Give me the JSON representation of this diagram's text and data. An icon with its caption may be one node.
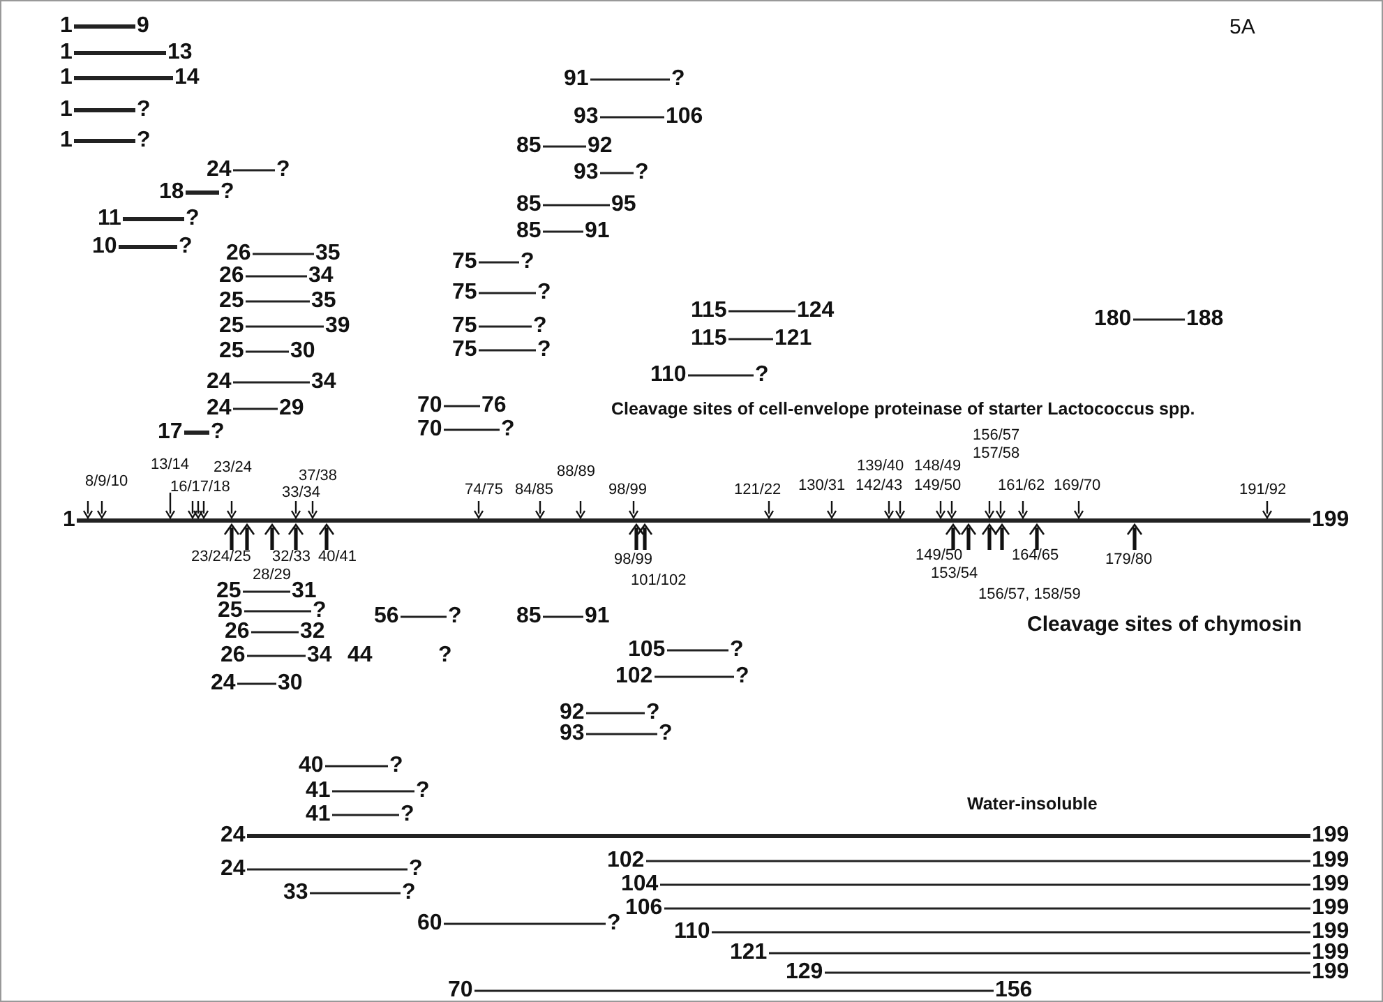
{
  "diagram": {
    "nodes": [
      {
        "text": [
          "1"
        ]
      },
      {
        "text": [
          "9"
        ]
      },
      {
        "text": [
          "1"
        ]
      },
      {
        "text": [
          "13"
        ]
      },
      {
        "text": [
          "1"
        ]
      },
      {
        "text": [
          "14"
        ]
      },
      {
        "text": [
          "1"
        ]
      },
      {
        "text": [
          "?"
        ]
      },
      {
        "text": [
          "1"
        ]
      },
      {
        "text": [
          "?"
        ]
      },
      {
        "text": [
          "24"
        ]
      },
      {
        "text": [
          "?"
        ]
      },
      {
        "text": [
          "18"
        ]
      },
      {
        "text": [
          "?"
        ]
      },
      {
        "text": [
          "11"
        ]
      },
      {
        "text": [
          "?"
        ]
      },
      {
        "text": [
          "10"
        ]
      },
      {
        "text": [
          "?"
        ]
      },
      {
        "text": [
          "26"
        ]
      },
      {
        "text": [
          "35"
        ]
      },
      {
        "text": [
          "26"
        ]
      },
      {
        "text": [
          "34"
        ]
      },
      {
        "text": [
          "25"
        ]
      },
      {
        "text": [
          "35"
        ]
      },
      {
        "text": [
          "25"
        ]
      },
      {
        "text": [
          "39"
        ]
      },
      {
        "text": [
          "25"
        ]
      },
      {
        "text": [
          "30"
        ]
      },
      {
        "text": [
          "24"
        ]
      },
      {
        "text": [
          "34"
        ]
      },
      {
        "text": [
          "24"
        ]
      },
      {
        "text": [
          "29"
        ]
      },
      {
        "text": [
          "17"
        ]
      },
      {
        "text": [
          "?"
        ]
      },
      {
        "text": [
          "91"
        ]
      },
      {
        "text": [
          "?"
        ]
      },
      {
        "text": [
          "93"
        ]
      },
      {
        "text": [
          "106"
        ]
      },
      {
        "text": [
          "85"
        ]
      },
      {
        "text": [
          "92"
        ]
      },
      {
        "text": [
          "93"
        ]
      },
      {
        "text": [
          "?"
        ]
      },
      {
        "text": [
          "85"
        ]
      },
      {
        "text": [
          "95"
        ]
      },
      {
        "text": [
          "85"
        ]
      },
      {
        "text": [
          "91"
        ]
      },
      {
        "text": [
          "75"
        ]
      },
      {
        "text": [
          "?"
        ]
      },
      {
        "text": [
          "75"
        ]
      },
      {
        "text": [
          "?"
        ]
      },
      {
        "text": [
          "75"
        ]
      },
      {
        "text": [
          "?"
        ]
      },
      {
        "text": [
          "75"
        ]
      },
      {
        "text": [
          "?"
        ]
      },
      {
        "text": [
          "70"
        ]
      },
      {
        "text": [
          "76"
        ]
      },
      {
        "text": [
          "70"
        ]
      },
      {
        "text": [
          "?"
        ]
      },
      {
        "text": [
          "115"
        ]
      },
      {
        "text": [
          "124"
        ]
      },
      {
        "text": [
          "115"
        ]
      },
      {
        "text": [
          "121"
        ]
      },
      {
        "text": [
          "110"
        ]
      },
      {
        "text": [
          "?"
        ]
      },
      {
        "text": [
          "180"
        ]
      },
      {
        "text": [
          "188"
        ]
      },
      {
        "text": [
          "1"
        ]
      },
      {
        "text": [
          "199"
        ]
      },
      {
        "text": [
          "25"
        ]
      },
      {
        "text": [
          "31"
        ]
      },
      {
        "text": [
          "25"
        ]
      },
      {
        "text": [
          "?"
        ]
      },
      {
        "text": [
          "26"
        ]
      },
      {
        "text": [
          "32"
        ]
      },
      {
        "text": [
          "26"
        ]
      },
      {
        "text": [
          "34"
        ]
      },
      {
        "text": [
          "24"
        ]
      },
      {
        "text": [
          "30"
        ]
      },
      {
        "text": [
          "56"
        ]
      },
      {
        "text": [
          "?"
        ]
      },
      {
        "text": [
          "85"
        ]
      },
      {
        "text": [
          "91"
        ]
      },
      {
        "text": [
          "105"
        ]
      },
      {
        "text": [
          "?"
        ]
      },
      {
        "text": [
          "102"
        ]
      },
      {
        "text": [
          "?"
        ]
      },
      {
        "text": [
          "92"
        ]
      },
      {
        "text": [
          "?"
        ]
      },
      {
        "text": [
          "93"
        ]
      },
      {
        "text": [
          "?"
        ]
      },
      {
        "text": [
          "40"
        ]
      },
      {
        "text": [
          "?"
        ]
      },
      {
        "text": [
          "41"
        ]
      },
      {
        "text": [
          "?"
        ]
      },
      {
        "text": [
          "41"
        ]
      },
      {
        "text": [
          "?"
        ]
      },
      {
        "text": [
          "24"
        ]
      },
      {
        "text": [
          "199"
        ]
      },
      {
        "text": [
          "102"
        ]
      },
      {
        "text": [
          "199"
        ]
      },
      {
        "text": [
          "24"
        ]
      },
      {
        "text": [
          "?"
        ]
      },
      {
        "text": [
          "104"
        ]
      },
      {
        "text": [
          "199"
        ]
      },
      {
        "text": [
          "33"
        ]
      },
      {
        "text": [
          "?"
        ]
      },
      {
        "text": [
          "106"
        ]
      },
      {
        "text": [
          "199"
        ]
      },
      {
        "text": [
          "60"
        ]
      },
      {
        "text": [
          "?"
        ]
      },
      {
        "text": [
          "110"
        ]
      },
      {
        "text": [
          "199"
        ]
      },
      {
        "text": [
          "121"
        ]
      },
      {
        "text": [
          "199"
        ]
      },
      {
        "text": [
          "129"
        ]
      },
      {
        "text": [
          "199"
        ]
      },
      {
        "text": [
          "70"
        ]
      },
      {
        "text": [
          "156"
        ]
      }
    ],
    "edges": [
      {
        "from": 0,
        "to": 1,
        "arrow": "none",
        "style": "thick"
      },
      {
        "from": 2,
        "to": 3,
        "arrow": "none",
        "style": "thick"
      },
      {
        "from": 4,
        "to": 5,
        "arrow": "none",
        "style": "thick"
      },
      {
        "from": 6,
        "to": 7,
        "arrow": "none",
        "style": "thick"
      },
      {
        "from": 8,
        "to": 9,
        "arrow": "none",
        "style": "thick"
      },
      {
        "from": 10,
        "to": 11,
        "arrow": "none"
      },
      {
        "from": 12,
        "to": 13,
        "arrow": "none",
        "style": "thick"
      },
      {
        "from": 14,
        "to": 15,
        "arrow": "none",
        "style": "thick"
      },
      {
        "from": 16,
        "to": 17,
        "arrow": "none",
        "style": "thick"
      },
      {
        "from": 18,
        "to": 19,
        "arrow": "none"
      },
      {
        "from": 20,
        "to": 21,
        "arrow": "none"
      },
      {
        "from": 22,
        "to": 23,
        "arrow": "none"
      },
      {
        "from": 24,
        "to": 25,
        "arrow": "none"
      },
      {
        "from": 26,
        "to": 27,
        "arrow": "none"
      },
      {
        "from": 28,
        "to": 29,
        "arrow": "none"
      },
      {
        "from": 30,
        "to": 31,
        "arrow": "none"
      },
      {
        "from": 32,
        "to": 33,
        "arrow": "none",
        "style": "thick"
      },
      {
        "from": 34,
        "to": 35,
        "arrow": "none"
      },
      {
        "from": 36,
        "to": 37,
        "arrow": "none"
      },
      {
        "from": 38,
        "to": 39,
        "arrow": "none"
      },
      {
        "from": 40,
        "to": 41,
        "arrow": "none"
      },
      {
        "from": 42,
        "to": 43,
        "arrow": "none"
      },
      {
        "from": 44,
        "to": 45,
        "arrow": "none"
      },
      {
        "from": 46,
        "to": 47,
        "arrow": "none"
      },
      {
        "from": 48,
        "to": 49,
        "arrow": "none"
      },
      {
        "from": 50,
        "to": 51,
        "arrow": "none"
      },
      {
        "from": 52,
        "to": 53,
        "arrow": "none"
      },
      {
        "from": 54,
        "to": 55,
        "arrow": "none"
      },
      {
        "from": 56,
        "to": 57,
        "arrow": "none"
      },
      {
        "from": 58,
        "to": 59,
        "arrow": "none"
      },
      {
        "from": 60,
        "to": 61,
        "arrow": "none"
      },
      {
        "from": 62,
        "to": 63,
        "arrow": "none"
      },
      {
        "from": 64,
        "to": 65,
        "arrow": "none"
      },
      {
        "from": 66,
        "to": 67,
        "arrow": "none",
        "style": "thick"
      },
      {
        "from": 68,
        "to": 69,
        "arrow": "none"
      },
      {
        "from": 70,
        "to": 71,
        "arrow": "none"
      },
      {
        "from": 72,
        "to": 73,
        "arrow": "none"
      },
      {
        "from": 74,
        "to": 75,
        "arrow": "none"
      },
      {
        "from": 76,
        "to": 77,
        "arrow": "none"
      },
      {
        "from": 78,
        "to": 79,
        "arrow": "none"
      },
      {
        "from": 80,
        "to": 81,
        "arrow": "none"
      },
      {
        "from": 82,
        "to": 83,
        "arrow": "none"
      },
      {
        "from": 84,
        "to": 85,
        "arrow": "none"
      },
      {
        "from": 86,
        "to": 87,
        "arrow": "none"
      },
      {
        "from": 88,
        "to": 89,
        "arrow": "none"
      },
      {
        "from": 90,
        "to": 91,
        "arrow": "none"
      },
      {
        "from": 92,
        "to": 93,
        "arrow": "none"
      },
      {
        "from": 94,
        "to": 95,
        "arrow": "none"
      },
      {
        "from": 96,
        "to": 97,
        "arrow": "none",
        "style": "thick"
      },
      {
        "from": 98,
        "to": 99,
        "arrow": "none"
      },
      {
        "from": 100,
        "to": 101,
        "arrow": "none"
      },
      {
        "from": 102,
        "to": 103,
        "arrow": "none"
      },
      {
        "from": 104,
        "to": 105,
        "arrow": "none"
      },
      {
        "from": 106,
        "to": 107,
        "arrow": "none"
      },
      {
        "from": 108,
        "to": 109,
        "arrow": "none"
      },
      {
        "from": 110,
        "to": 111,
        "arrow": "none"
      },
      {
        "from": 112,
        "to": 113,
        "arrow": "none"
      },
      {
        "from": 114,
        "to": 115,
        "arrow": "none"
      },
      {
        "from": 116,
        "to": 117,
        "arrow": "none"
      }
    ],
    "labels": [
      "5A",
      "Cleavage sites of cell-envelope proteinase of starter Lactococcus spp.",
      "156/57",
      "157/58",
      "13/14",
      "23/24",
      "37/38",
      "88/89",
      "139/40",
      "148/49",
      "8/9/10",
      "16/17/18",
      "33/34",
      "74/75",
      "84/85",
      "98/99",
      "121/22",
      "130/31",
      "142/43",
      "149/50",
      "161/62",
      "169/70",
      "191/92",
      "23/24/25",
      "32/33",
      "40/41",
      "98/99",
      "149/50",
      "164/65",
      "179/80",
      "28/29",
      "153/54",
      "101/102",
      "156/57, 158/59",
      "Cleavage sites of chymosin",
      "44",
      "?",
      "Water-insoluble"
    ]
  }
}
